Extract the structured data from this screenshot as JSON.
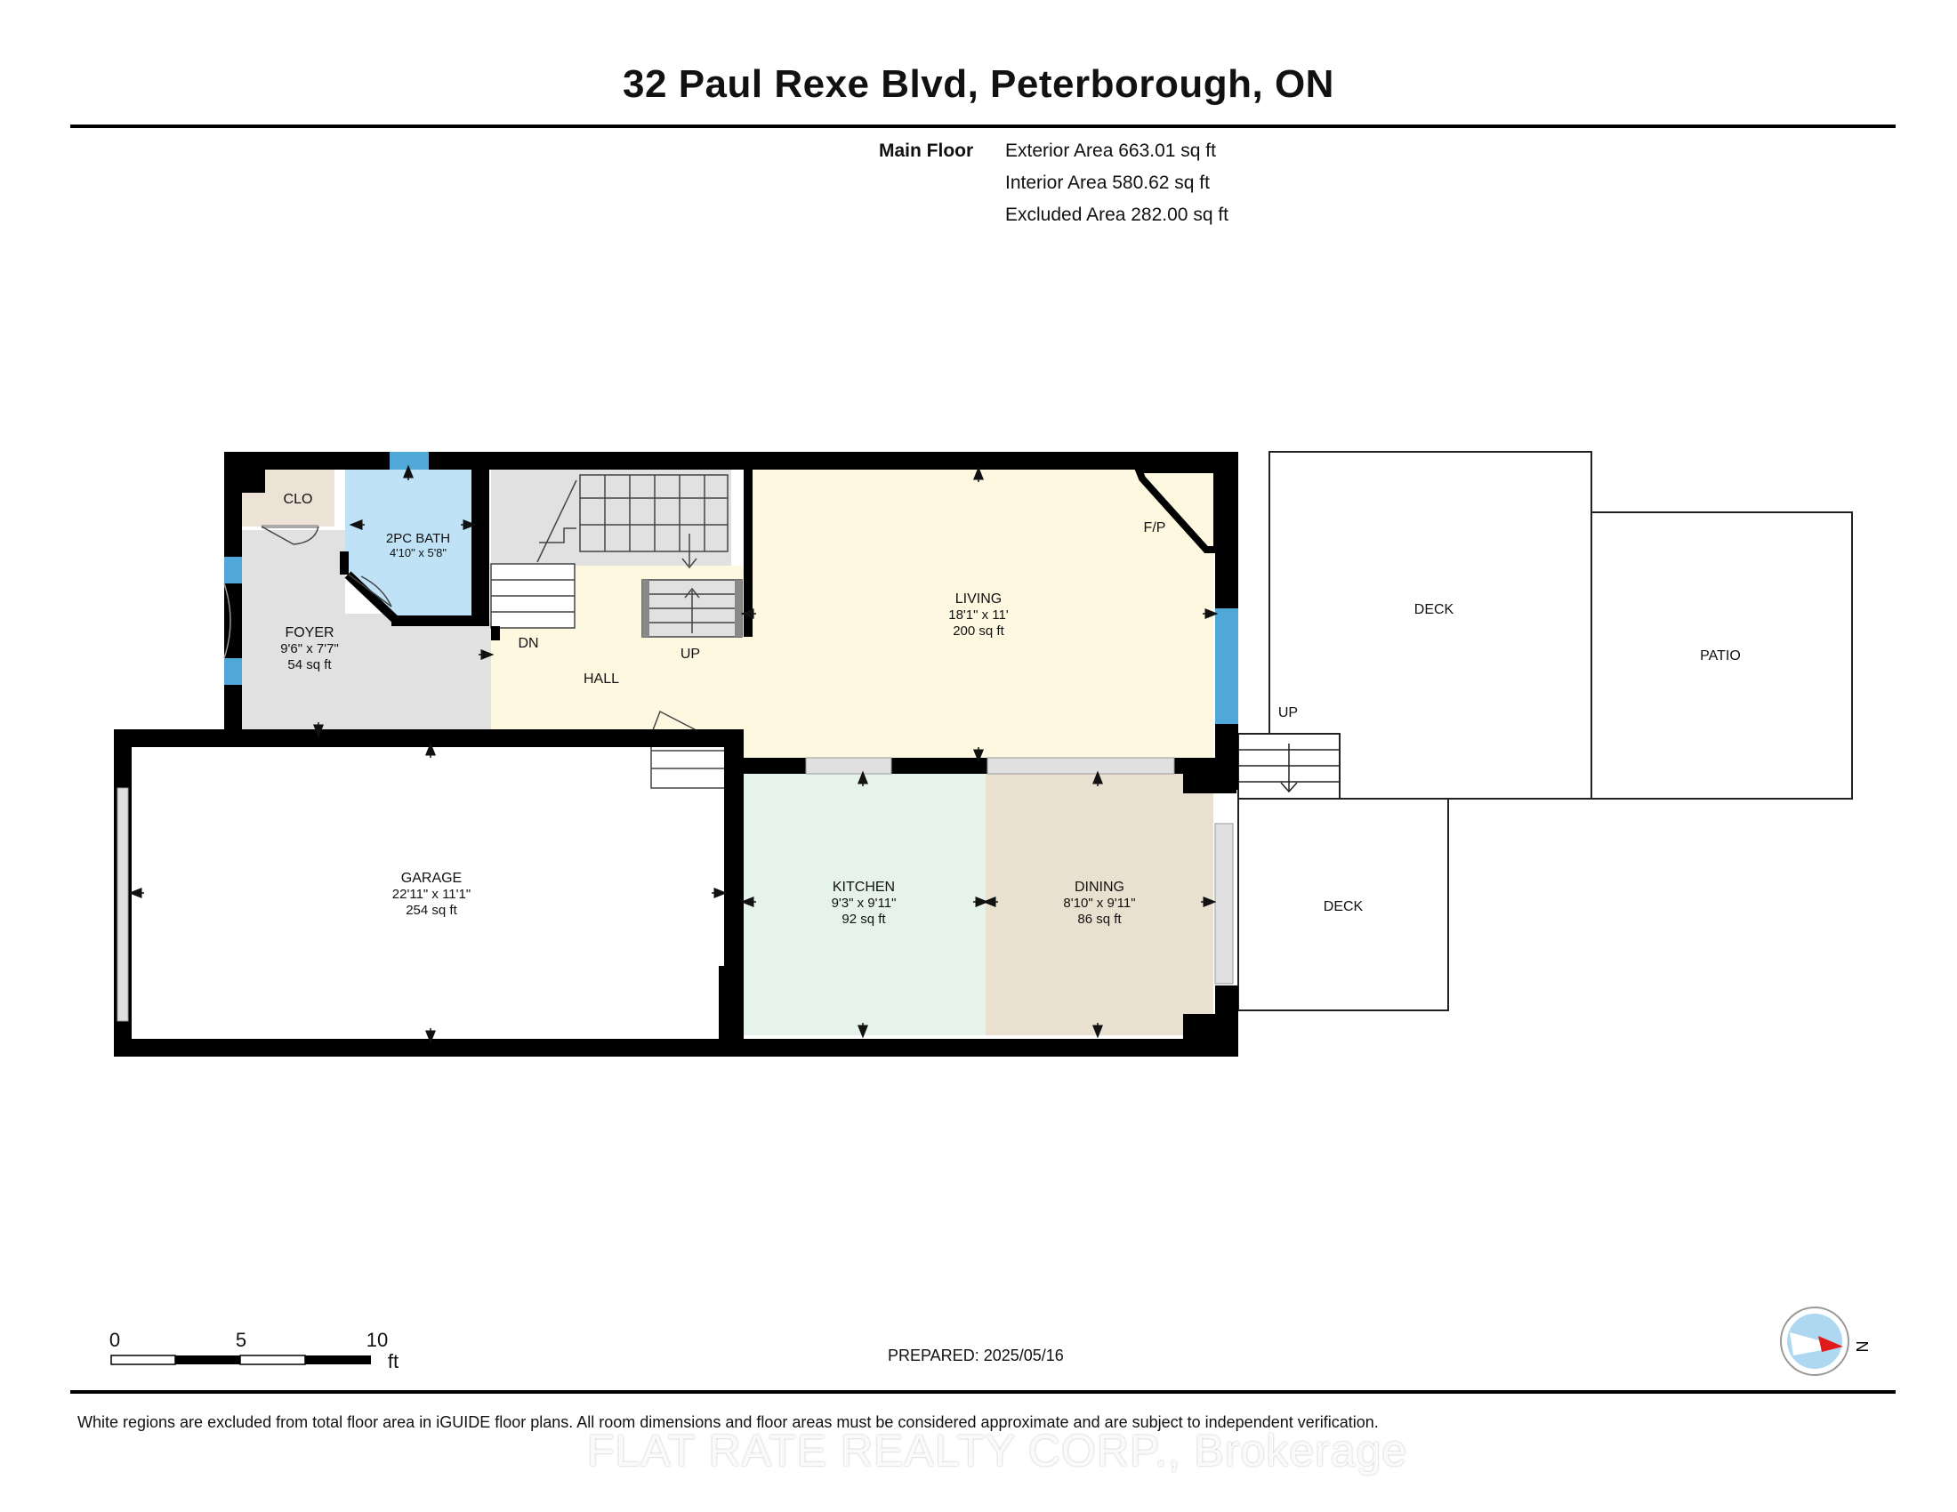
{
  "header": {
    "title": "32 Paul Rexe Blvd, Peterborough, ON"
  },
  "floor_summary": {
    "floor_label": "Main Floor",
    "exterior": "Exterior Area 663.01 sq ft",
    "interior": "Interior Area 580.62 sq ft",
    "excluded": "Excluded Area 282.00 sq ft"
  },
  "rooms": {
    "clo": {
      "name": "CLO"
    },
    "bath": {
      "name": "2PC BATH",
      "dims": "4'10\" x 5'8\""
    },
    "foyer": {
      "name": "FOYER",
      "dims": "9'6\" x 7'7\"",
      "area": "54 sq ft"
    },
    "hall": {
      "name": "HALL"
    },
    "living": {
      "name": "LIVING",
      "dims": "18'1\" x 11'",
      "area": "200 sq ft"
    },
    "garage": {
      "name": "GARAGE",
      "dims": "22'11\" x 11'1\"",
      "area": "254 sq ft"
    },
    "kitchen": {
      "name": "KITCHEN",
      "dims": "9'3\" x 9'11\"",
      "area": "92 sq ft"
    },
    "dining": {
      "name": "DINING",
      "dims": "8'10\" x 9'11\"",
      "area": "86 sq ft"
    },
    "deck_upper": {
      "name": "DECK"
    },
    "deck_lower": {
      "name": "DECK"
    },
    "patio": {
      "name": "PATIO"
    }
  },
  "labels": {
    "fp": "F/P",
    "stairs_dn": "DN",
    "stairs_up": "UP",
    "deck_up": "UP"
  },
  "scale_bar": {
    "ticks": [
      "0",
      "5",
      "10"
    ],
    "unit": "ft"
  },
  "footer": {
    "prepared": "PREPARED: 2025/05/16",
    "disclaimer": "White regions are excluded from total floor area in iGUIDE floor plans. All room dimensions and floor areas must be considered approximate and are subject to independent verification.",
    "watermark": "FLAT RATE REALTY CORP., Brokerage"
  },
  "compass": {
    "label": "N"
  },
  "colors": {
    "foyer_fill": "#e1e1e1",
    "bath_fill": "#bfe2f6",
    "clo_fill": "#ece3d6",
    "living_fill": "#fff8e1",
    "kitchen_fill": "#e6f3ea",
    "dining_fill": "#eae0cf",
    "window_blue": "#4fa8d8",
    "wall": "#000000"
  }
}
